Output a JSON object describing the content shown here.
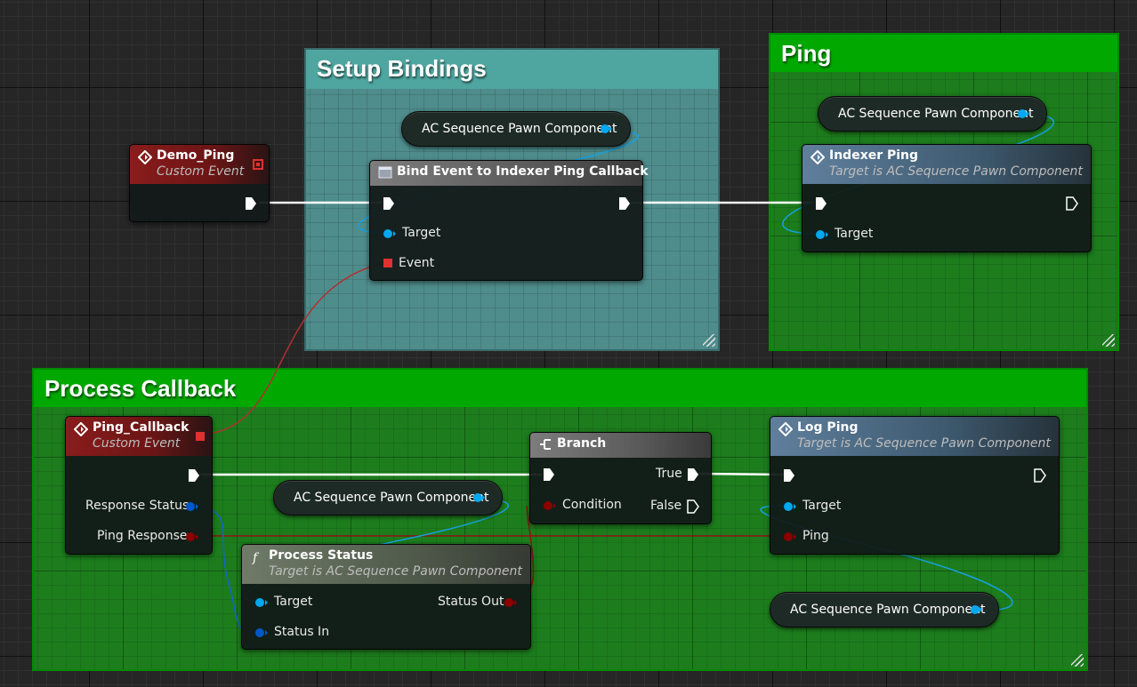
{
  "comments": {
    "setup": "Setup Bindings",
    "ping": "Ping",
    "process": "Process Callback"
  },
  "nodes": {
    "demo_ping": {
      "title": "Demo_Ping",
      "subtitle": "Custom Event"
    },
    "bind_event": {
      "title": "Bind Event to Indexer Ping Callback",
      "target": "Target",
      "event": "Event"
    },
    "indexer_ping": {
      "title": "Indexer Ping",
      "subtitle": "Target is AC Sequence Pawn Component",
      "target": "Target"
    },
    "ping_callback": {
      "title": "Ping_Callback",
      "subtitle": "Custom Event",
      "response_status": "Response Status",
      "ping_response": "Ping Response"
    },
    "branch": {
      "title": "Branch",
      "condition": "Condition",
      "true": "True",
      "false": "False"
    },
    "log_ping": {
      "title": "Log Ping",
      "subtitle": "Target is AC Sequence Pawn Component",
      "target": "Target",
      "ping": "Ping"
    },
    "process_status": {
      "title": "Process Status",
      "subtitle": "Target is AC Sequence Pawn Component",
      "target": "Target",
      "status_in": "Status In",
      "status_out": "Status Out"
    }
  },
  "variables": {
    "var1": "AC Sequence Pawn Component",
    "var2": "AC Sequence Pawn Component",
    "var3": "AC Sequence Pawn Component",
    "var4": "AC Sequence Pawn Component"
  },
  "colors": {
    "exec": "#ffffff",
    "object_pin": "#00a8f0",
    "struct_pin": "#0058c8",
    "bool_pin": "#8c0000",
    "delegate_pin": "#e03030",
    "red_wire": "#b03030"
  }
}
